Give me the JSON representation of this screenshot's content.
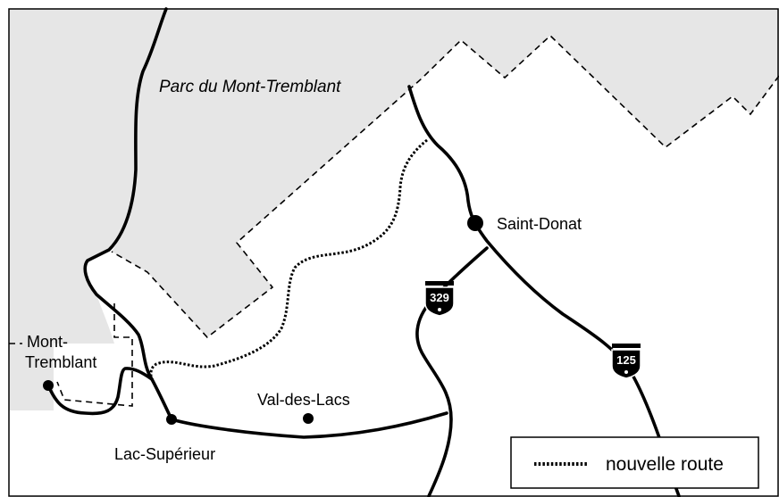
{
  "map": {
    "park_label": "Parc du Mont-Tremblant",
    "towns": {
      "mont_tremblant_line1": "Mont-",
      "mont_tremblant_line2": "Tremblant",
      "lac_superieur": "Lac-Supérieur",
      "val_des_lacs": "Val-des-Lacs",
      "saint_donat": "Saint-Donat"
    },
    "routes": {
      "route_329": "329",
      "route_125": "125"
    },
    "legend": {
      "new_route_label": "nouvelle route"
    },
    "colors": {
      "park_fill": "#e6e6e6",
      "road": "#000000",
      "background": "#ffffff"
    }
  }
}
